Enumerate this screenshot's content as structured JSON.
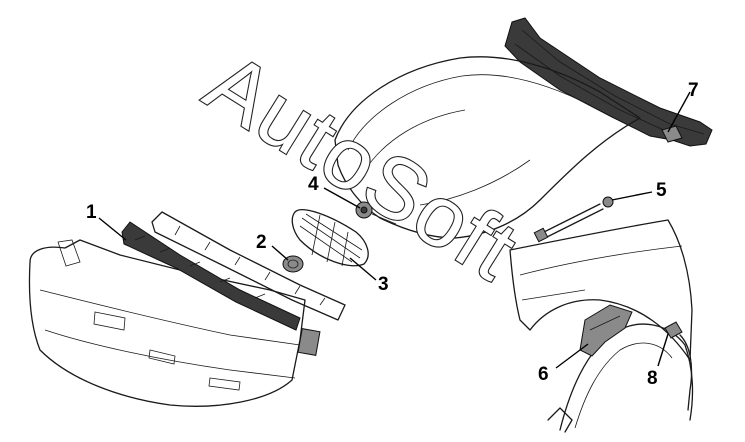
{
  "diagram": {
    "watermark": "AutoSoft",
    "callouts": [
      {
        "id": "1",
        "label": "1"
      },
      {
        "id": "2",
        "label": "2"
      },
      {
        "id": "3",
        "label": "3"
      },
      {
        "id": "4",
        "label": "4"
      },
      {
        "id": "5",
        "label": "5"
      },
      {
        "id": "6",
        "label": "6"
      },
      {
        "id": "7",
        "label": "7"
      },
      {
        "id": "8",
        "label": "8"
      }
    ]
  }
}
